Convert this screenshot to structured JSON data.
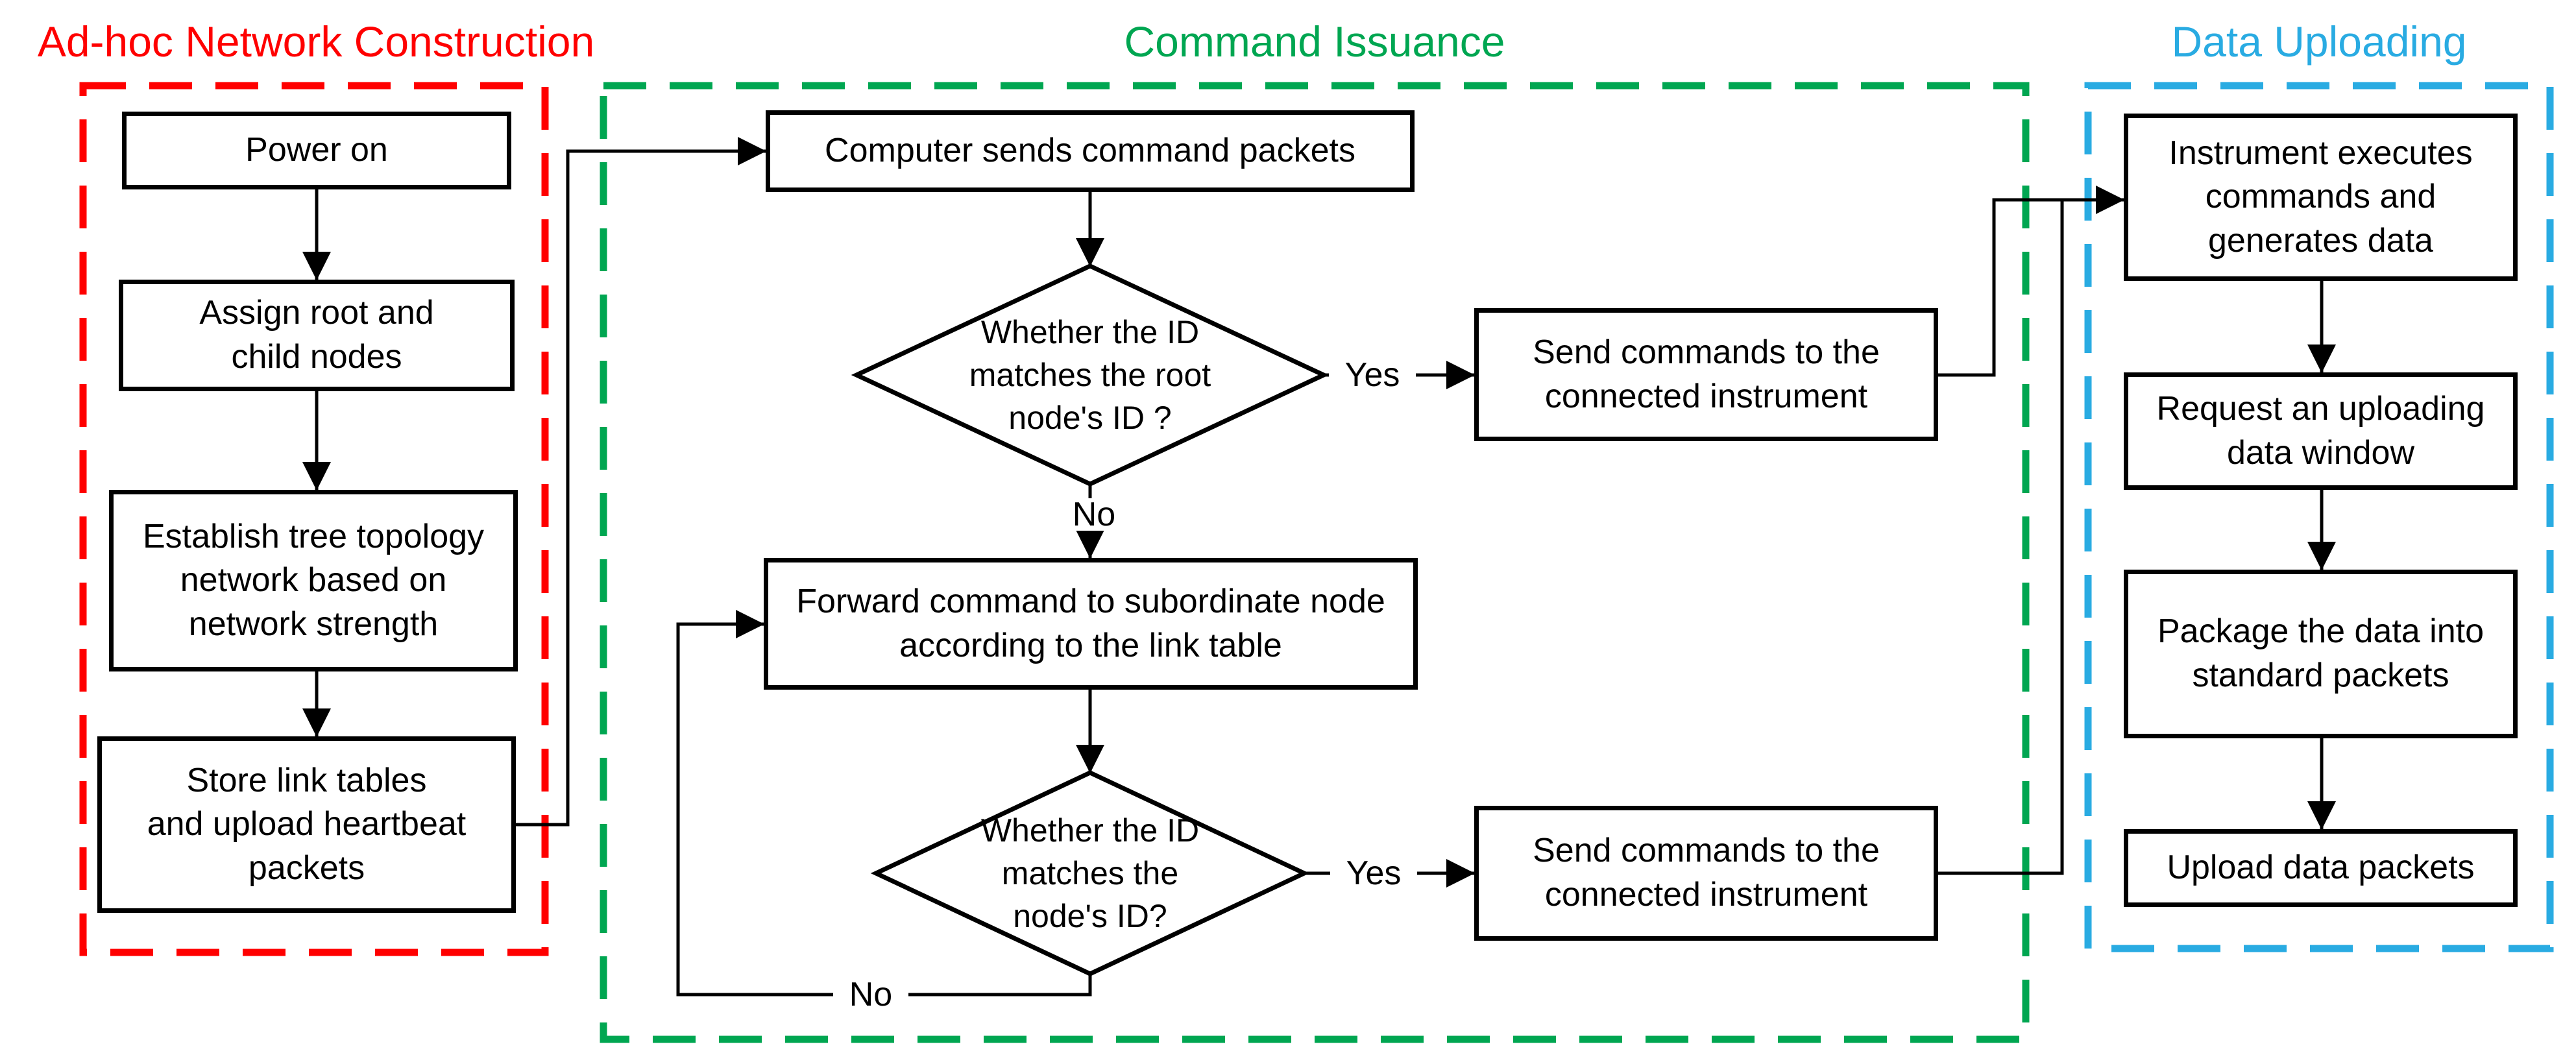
{
  "sections": {
    "adhoc": {
      "title": "Ad-hoc Network Construction",
      "color": "#ff0000"
    },
    "command": {
      "title": "Command Issuance",
      "color": "#00a651"
    },
    "upload": {
      "title": "Data Uploading",
      "color": "#29abe2"
    }
  },
  "nodes": {
    "power_on": "Power on",
    "assign": "Assign root and\nchild nodes",
    "establish": "Establish tree topology\nnetwork based on\nnetwork strength",
    "store": "Store link tables\nand upload heartbeat\npackets",
    "computer": "Computer sends command packets",
    "decision_root": "Whether the ID\nmatches the root\nnode's ID ?",
    "send1": "Send commands to the\nconnected instrument",
    "forward": "Forward command to subordinate node\naccording to the link table",
    "decision_node": "Whether the ID\nmatches the\nnode's ID?",
    "send2": "Send commands to the\nconnected instrument",
    "instrument": "Instrument executes\ncommands and\ngenerates data",
    "request": "Request an uploading\ndata window",
    "package": "Package the data into\nstandard packets",
    "upload_packets": "Upload data packets"
  },
  "labels": {
    "yes_root": "Yes",
    "no_root": "No",
    "yes_node": "Yes",
    "no_node": "No"
  }
}
